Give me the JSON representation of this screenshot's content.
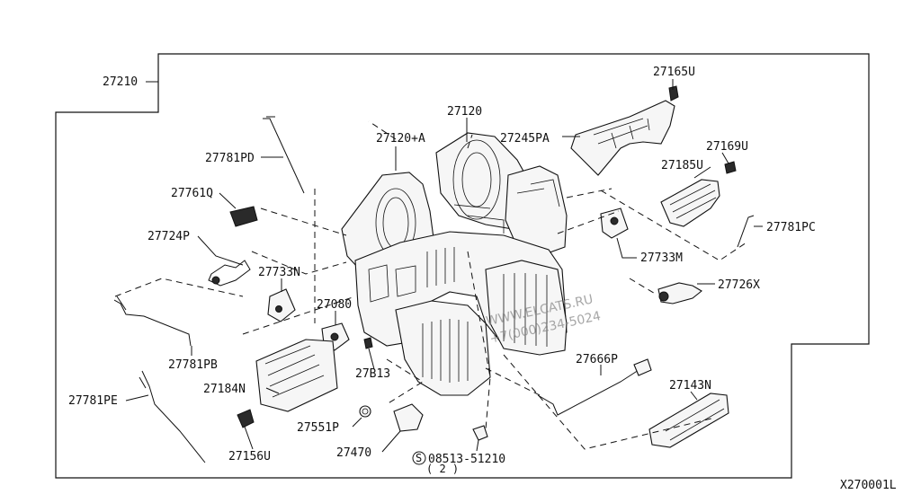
{
  "labels": {
    "assembly": "27210",
    "l27165U": "27165U",
    "l27120": "27120",
    "l27120A": "27120+A",
    "l27245PA": "27245PA",
    "l27169U": "27169U",
    "l27185U": "27185U",
    "l27781PD": "27781PD",
    "l27761Q": "27761Q",
    "l27781PC": "27781PC",
    "l27724P": "27724P",
    "l27733N": "27733N",
    "l27733M": "27733M",
    "l27726X": "27726X",
    "l27080": "27080",
    "l27781PB": "27781PB",
    "l27B13": "27B13",
    "l27666P": "27666P",
    "l27184N": "27184N",
    "l27143N": "27143N",
    "l27781PE": "27781PE",
    "l27551P": "27551P",
    "l27156U": "27156U",
    "l27470": "27470",
    "screw_code": "08513-51210",
    "screw_symbol": "S",
    "screw_qty": "( 2 )",
    "figure_code": "X270001L"
  },
  "watermark": {
    "line1": "WWW.ELCATS.RU",
    "line2": "+7(000)234-5024"
  },
  "icons": {
    "screw_symbol": "circled-s-icon"
  }
}
